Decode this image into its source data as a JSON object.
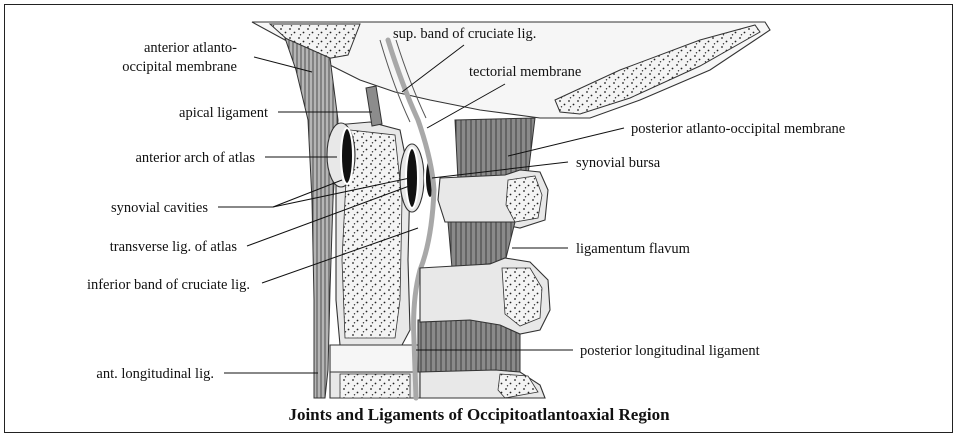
{
  "caption": "Joints and Ligaments of Occipitoatlantoaxial Region",
  "labels": {
    "anterior_atlanto_occipital_membrane_line1": "anterior atlanto-",
    "anterior_atlanto_occipital_membrane_line2": "occipital membrane",
    "apical_ligament": "apical ligament",
    "anterior_arch_of_atlas": "anterior arch of atlas",
    "synovial_cavities": "synovial cavities",
    "transverse_lig_of_atlas": "transverse lig. of atlas",
    "inferior_band_of_cruciate_lig": "inferior band of cruciate lig.",
    "ant_longitudinal_lig": "ant. longitudinal lig.",
    "sup_band_of_cruciate_lig": "sup. band of cruciate lig.",
    "tectorial_membrane": "tectorial membrane",
    "posterior_atlanto_occipital_membrane": "posterior atlanto-occipital membrane",
    "synovial_bursa": "synovial bursa",
    "ligamentum_flavum": "ligamentum flavum",
    "posterior_longitudinal_ligament": "posterior longitudinal ligament"
  }
}
